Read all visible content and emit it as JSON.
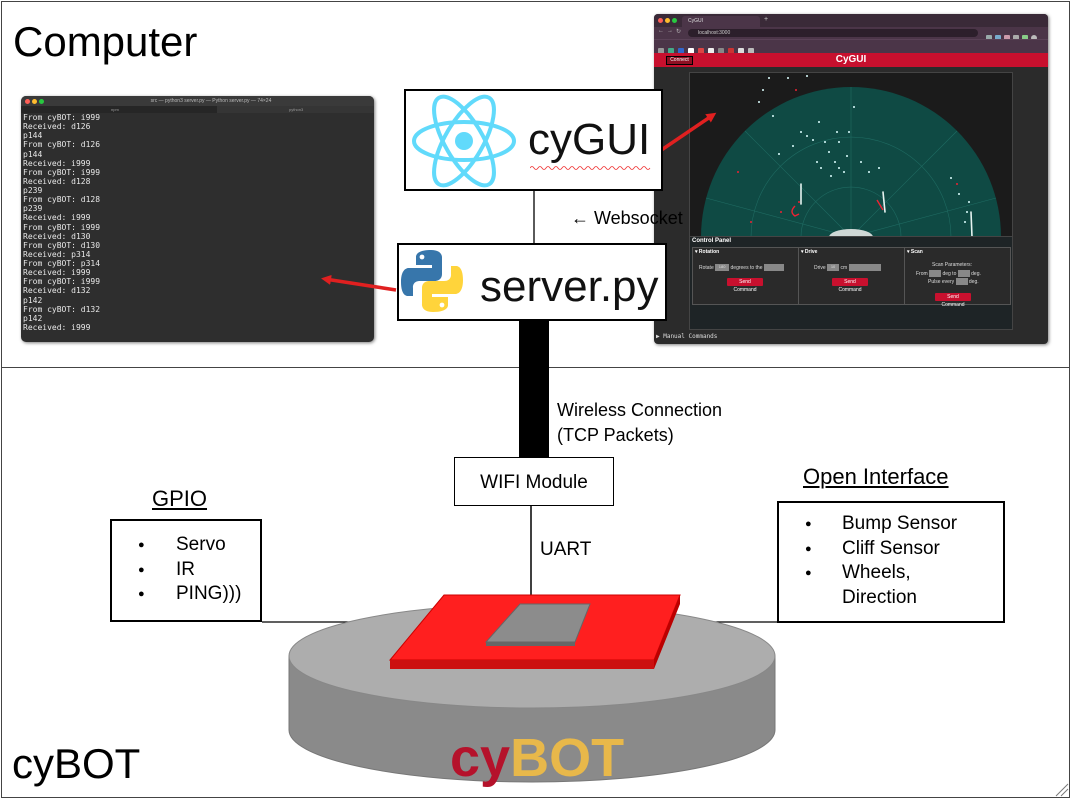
{
  "sections": {
    "computer_label": "Computer",
    "cybot_label": "cyBOT"
  },
  "terminal": {
    "title": "src — python3 server.py — Python server.py — 74×24",
    "tab_left": "npm",
    "tab_right": "python3",
    "lines": [
      "From cyBOT: i999",
      "Received: d126",
      "p144",
      "From cyBOT: d126",
      "p144",
      "Received: i999",
      "From cyBOT: i999",
      "Received: d128",
      "p239",
      "From cyBOT: d128",
      "p239",
      "Received: i999",
      "From cyBOT: i999",
      "Received: d130",
      "From cyBOT: d130",
      "Received: p314",
      "From cyBOT: p314",
      "Received: i999",
      "From cyBOT: i999",
      "Received: d132",
      "p142",
      "From cyBOT: d132",
      "p142",
      "Received: i999"
    ]
  },
  "browser": {
    "tab_title": "CyGUI",
    "url": "localhost:3000",
    "connect_label": "Connect",
    "app_title": "CyGUI",
    "control_panel_title": "Control Panel",
    "rotation": {
      "title": "▾ Rotation",
      "text_before": "Rotate",
      "value": "180",
      "text_after": "degrees to the",
      "button": "Send Command"
    },
    "drive": {
      "title": "▾ Drive",
      "text_before": "Drive",
      "value": "10",
      "text_after": "cm",
      "button": "Send Command"
    },
    "scan": {
      "title": "▾ Scan",
      "params_label": "Scan Parameters:",
      "from_label": "From",
      "to_label": "deg to",
      "deg_label": "deg.",
      "pulse_label": "Pulse every",
      "pulse_deg_label": "deg.",
      "button": "Send Command"
    },
    "manual_commands": "▶ Manual Commands"
  },
  "diagram": {
    "cygui_label": "cyGUI",
    "server_label": "server.py",
    "websocket_label": "←  Websocket",
    "wireless_line1": "Wireless Connection",
    "wireless_line2": "(TCP Packets)",
    "wifi_label": "WIFI Module",
    "uart_label": "UART",
    "gpio_title": "GPIO",
    "gpio_items": [
      "Servo",
      "IR",
      "PING)))"
    ],
    "oi_title": "Open Interface",
    "oi_items": [
      "Bump Sensor",
      "Cliff Sensor",
      "Wheels,",
      "Direction"
    ],
    "cybot_word_cy": "cy",
    "cybot_word_bot": "BOT"
  },
  "colors": {
    "accent_red": "#c8102e",
    "cy_color": "#b5122b",
    "bot_color": "#e8b84a",
    "radar_green": "#0f4a44",
    "react_blue": "#61dafb",
    "python_blue": "#3776ab",
    "python_yellow": "#ffd43b",
    "board_red": "#ff1f1f",
    "robot_gray": "#8a8a8a"
  },
  "icons": {
    "react": "react-logo-icon",
    "python": "python-logo-icon"
  }
}
